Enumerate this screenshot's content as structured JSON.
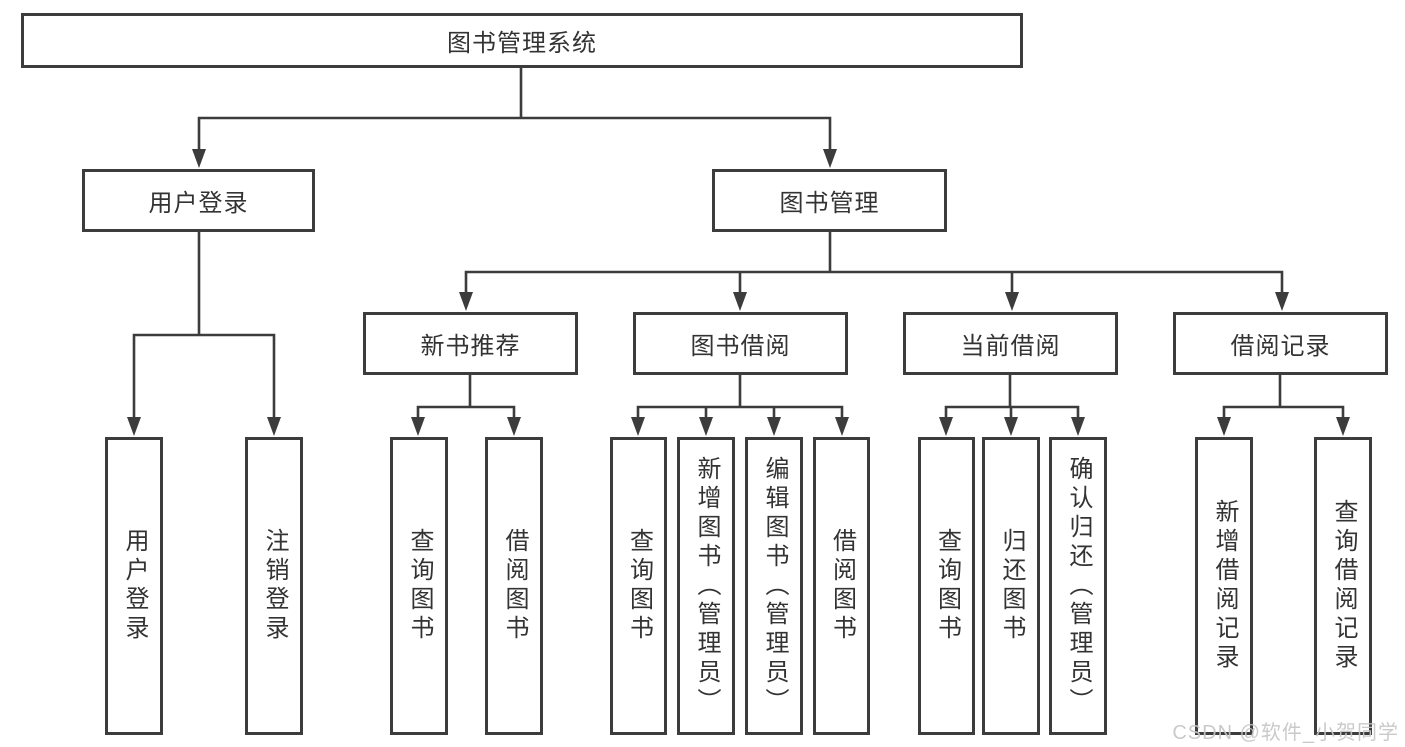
{
  "colors": {
    "line": "#3c3c3c",
    "text": "#333333",
    "wm": "#c6c6c6"
  },
  "watermark": {
    "text": "CSDN @软件_小贺同学"
  },
  "diagram": {
    "type": "hierarchy-tree",
    "title": "图书管理系统",
    "nodes": {
      "root": {
        "label": "图书管理系统",
        "level": 1,
        "parent": null
      },
      "user_login": {
        "label": "用户登录",
        "level": 2,
        "parent": "root"
      },
      "book_mgmt": {
        "label": "图书管理",
        "level": 2,
        "parent": "root"
      },
      "new_book_rec": {
        "label": "新书推荐",
        "level": 3,
        "parent": "book_mgmt"
      },
      "book_borrow": {
        "label": "图书借阅",
        "level": 3,
        "parent": "book_mgmt"
      },
      "current_borrow": {
        "label": "当前借阅",
        "level": 3,
        "parent": "book_mgmt"
      },
      "borrow_records": {
        "label": "借阅记录",
        "level": 3,
        "parent": "book_mgmt"
      },
      "leaf_user_login": {
        "label": "用户登录",
        "level": 4,
        "parent": "user_login"
      },
      "leaf_logout": {
        "label": "注销登录",
        "level": 4,
        "parent": "user_login"
      },
      "leaf_query_books_rec": {
        "label": "查询图书",
        "level": 4,
        "parent": "new_book_rec"
      },
      "leaf_borrow_books_rec": {
        "label": "借阅图书",
        "level": 4,
        "parent": "new_book_rec"
      },
      "leaf_query_books_bor": {
        "label": "查询图书",
        "level": 4,
        "parent": "book_borrow"
      },
      "leaf_add_book": {
        "label": "新增图书（管理员）",
        "level": 4,
        "parent": "book_borrow"
      },
      "leaf_edit_book": {
        "label": "编辑图书（管理员）",
        "level": 4,
        "parent": "book_borrow"
      },
      "leaf_borrow_books_bor": {
        "label": "借阅图书",
        "level": 4,
        "parent": "book_borrow"
      },
      "leaf_query_books_cur": {
        "label": "查询图书",
        "level": 4,
        "parent": "current_borrow"
      },
      "leaf_return_book": {
        "label": "归还图书",
        "level": 4,
        "parent": "current_borrow"
      },
      "leaf_confirm_return": {
        "label": "确认归还（管理员）",
        "level": 4,
        "parent": "current_borrow"
      },
      "leaf_add_borrow_rec": {
        "label": "新增借阅记录",
        "level": 4,
        "parent": "borrow_records"
      },
      "leaf_query_borrow_rec": {
        "label": "查询借阅记录",
        "level": 4,
        "parent": "borrow_records"
      }
    }
  }
}
